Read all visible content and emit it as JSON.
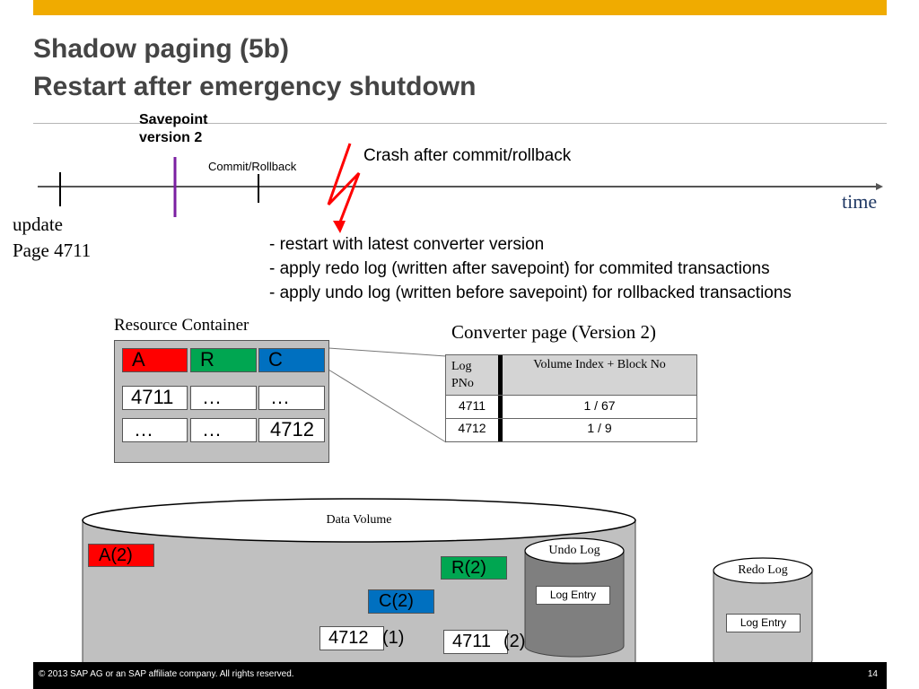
{
  "slide": {
    "title_line1": "Shadow paging (5b)",
    "title_line2": "Restart after emergency shutdown",
    "page_number": "14",
    "copyright": "© 2013 SAP AG or an SAP affiliate company. All rights reserved."
  },
  "colors": {
    "accent": "#f0ab00",
    "purple": "#7b1fa2",
    "red": "#ff0000",
    "green": "#00a651",
    "blue": "#0070c0",
    "time_blue": "#1f3864"
  },
  "timeline": {
    "savepoint_label1": "Savepoint",
    "savepoint_label2": "version 2",
    "commit_label": "Commit/Rollback",
    "crash_label": "Crash after commit/rollback",
    "time_label": "time",
    "update_label1": "update",
    "update_label2": "Page 4711"
  },
  "notes": [
    "- restart with latest converter version",
    "- apply redo log (written after savepoint) for commited transactions",
    "- apply undo log (written before savepoint) for rollbacked transactions"
  ],
  "resource_container": {
    "title": "Resource Container",
    "headers": [
      "A",
      "R",
      "C"
    ],
    "row1": [
      "4711",
      "…",
      "…"
    ],
    "row2": [
      "…",
      "…",
      "4712"
    ]
  },
  "converter": {
    "title": "Converter page (Version 2)",
    "col1_header_line1": "Log",
    "col1_header_line2": "PNo",
    "col2_header": "Volume Index + Block No",
    "rows": [
      {
        "pno": "4711",
        "loc": "1 / 67"
      },
      {
        "pno": "4712",
        "loc": "1 / 9"
      }
    ]
  },
  "data_volume": {
    "label": "Data Volume",
    "blocks": {
      "a": "A(2)",
      "r": "R(2)",
      "c": "C(2)",
      "p4712": "4712",
      "p4712_ver": "(1)",
      "p4711": "4711",
      "p4711_ver": "(2)"
    }
  },
  "undo_log": {
    "label": "Undo Log",
    "entry": "Log Entry"
  },
  "redo_log": {
    "label": "Redo Log",
    "entry": "Log Entry"
  }
}
